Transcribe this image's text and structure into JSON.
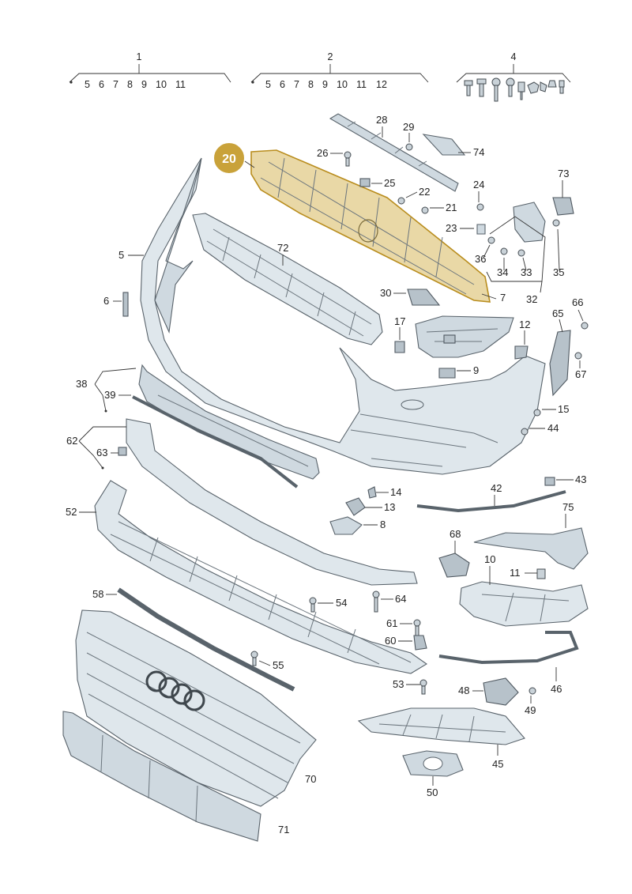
{
  "groups": [
    {
      "id": "1",
      "items": [
        "5",
        "6",
        "7",
        "8",
        "9",
        "10",
        "11"
      ]
    },
    {
      "id": "2",
      "items": [
        "5",
        "6",
        "7",
        "8",
        "9",
        "10",
        "11",
        "12"
      ]
    },
    {
      "id": "4",
      "items": []
    }
  ],
  "highlight": {
    "label": "20",
    "color": "#c9a23a"
  },
  "callouts": [
    "5",
    "6",
    "7",
    "8",
    "9",
    "12",
    "13",
    "14",
    "15",
    "17",
    "21",
    "22",
    "23",
    "24",
    "25",
    "26",
    "28",
    "29",
    "30",
    "32",
    "33",
    "34",
    "35",
    "36",
    "38",
    "39",
    "42",
    "43",
    "44",
    "45",
    "46",
    "48",
    "49",
    "50",
    "52",
    "53",
    "54",
    "55",
    "58",
    "60",
    "61",
    "62",
    "63",
    "64",
    "65",
    "66",
    "67",
    "68",
    "70",
    "71",
    "72",
    "73",
    "74",
    "75",
    "10",
    "11"
  ]
}
